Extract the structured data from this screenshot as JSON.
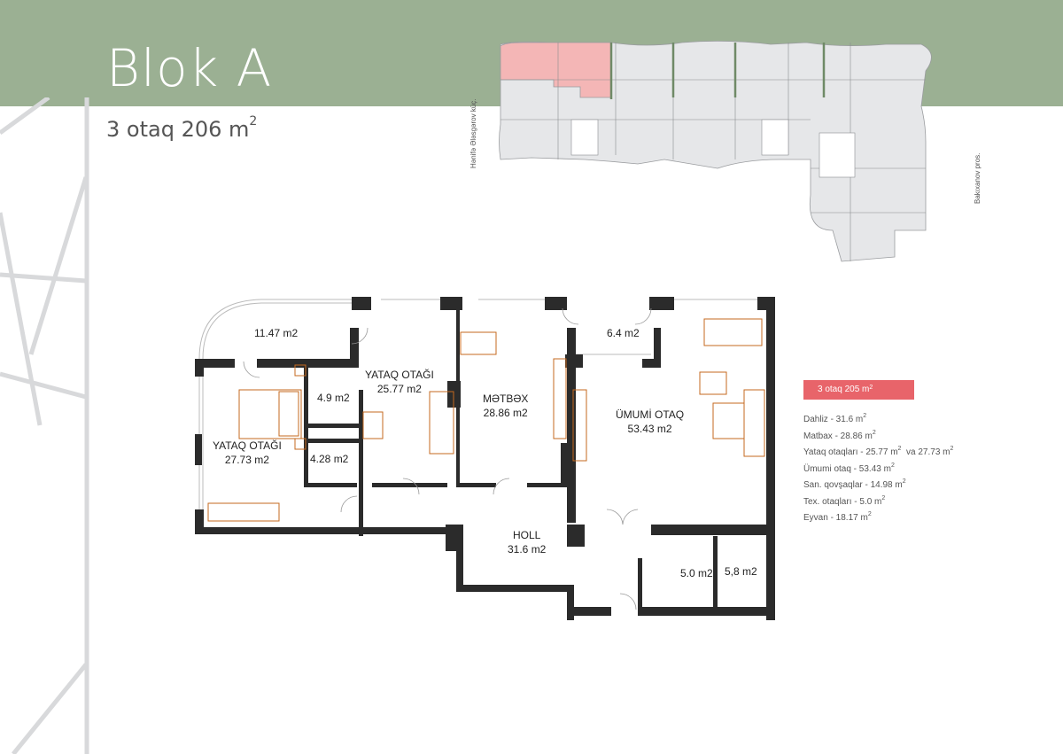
{
  "header": {
    "title": "Blok A",
    "subtitle": "3 otaq 206 m",
    "subtitle_sup": "2",
    "band_color": "#9bb093"
  },
  "site_plan": {
    "street_left": "Hənifə Ələsgərov küç.",
    "street_right": "Bakıxanov pros.",
    "highlight_color": "#f4b6b6",
    "building_color": "#e6e7e9"
  },
  "rooms": [
    {
      "id": "balcony-1",
      "name": "",
      "area": "11.47 m2"
    },
    {
      "id": "bedroom-2",
      "name": "YATAQ OTAĞI",
      "area": "25.77 m2"
    },
    {
      "id": "bath-1",
      "name": "",
      "area": "4.9 m2"
    },
    {
      "id": "bedroom-1",
      "name": "YATAQ OTAĞI",
      "area": "27.73 m2"
    },
    {
      "id": "bath-2",
      "name": "",
      "area": "4.28 m2"
    },
    {
      "id": "kitchen",
      "name": "MƏTBƏX",
      "area": "28.86 m2"
    },
    {
      "id": "balcony-2",
      "name": "",
      "area": "6.4 m2"
    },
    {
      "id": "living",
      "name": "ÜMUMİ OTAQ",
      "area": "53.43 m2"
    },
    {
      "id": "hall",
      "name": "HOLL",
      "area": "31.6 m2"
    },
    {
      "id": "tech-room",
      "name": "",
      "area": "5.0 m2"
    },
    {
      "id": "bath-3",
      "name": "",
      "area": "5,8 m2"
    }
  ],
  "summary": {
    "badge_text": "3 otaq  205 m",
    "badge_sup": "2",
    "badge_color": "#e8646a",
    "specs": [
      {
        "text": "Dahliz - 31.6 m",
        "sup": "2"
      },
      {
        "text": "Matbax - 28.86 m",
        "sup": "2"
      },
      {
        "text": "Yataq otaqları - 25.77 m",
        "sup": "2",
        "extra": "  va 27.73 m",
        "extra_sup": "2"
      },
      {
        "text": "Ümumi otaq - 53.43 m",
        "sup": "2"
      },
      {
        "text": "San. qovşaqlar - 14.98 m",
        "sup": "2"
      },
      {
        "text": "Tex. otaqları - 5.0 m",
        "sup": "2"
      },
      {
        "text": "Eyvan - 18.17 m",
        "sup": "2"
      }
    ]
  }
}
